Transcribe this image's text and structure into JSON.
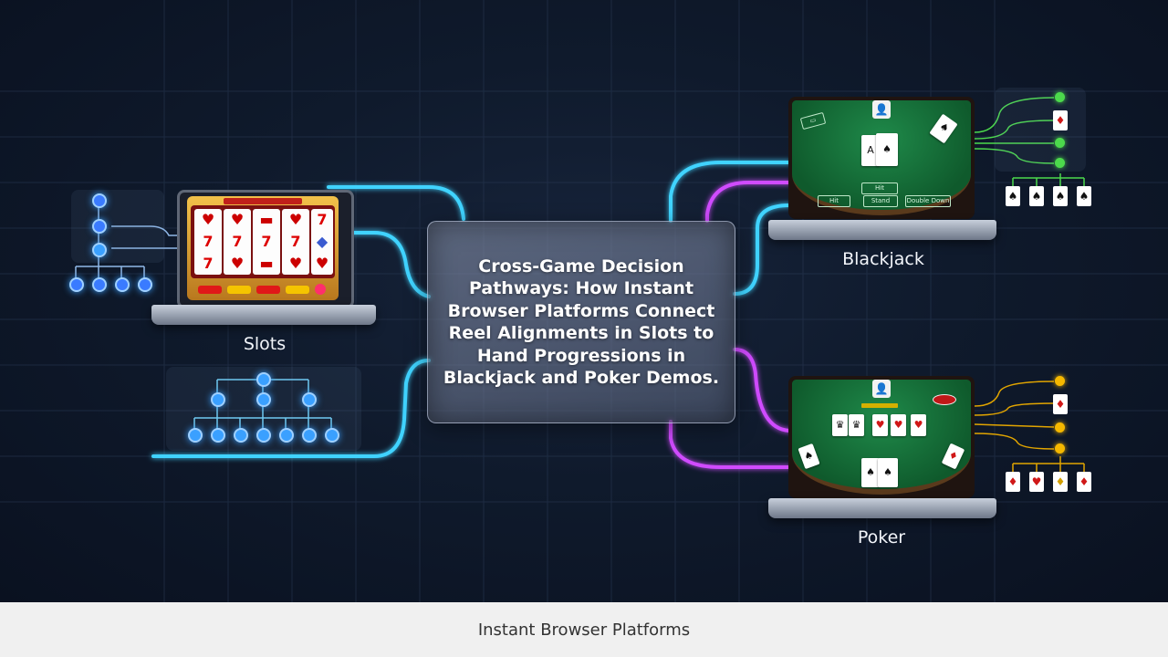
{
  "center": {
    "title": "Cross-Game Decision Pathways: How Instant Browser Platforms Connect Reel Alignments in Slots to Hand Progressions in Blackjack and Poker Demos."
  },
  "games": {
    "slots": {
      "label": "Slots"
    },
    "blackjack": {
      "label": "Blackjack",
      "buttons": [
        "Hit",
        "Stand",
        "Double Down"
      ]
    },
    "poker": {
      "label": "Poker"
    }
  },
  "footer": {
    "caption": "Instant Browser Platforms"
  },
  "colors": {
    "cyan": "#3fd3ff",
    "magenta": "#d04bff",
    "green_node": "#4cd94c",
    "gold_node": "#f5b800"
  }
}
